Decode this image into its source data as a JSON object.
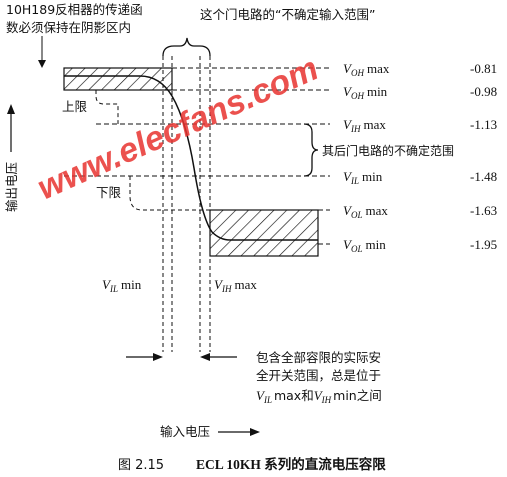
{
  "annotations": {
    "top_left": [
      "10H189反相器的传递函",
      "数必须保持在阴影区内"
    ],
    "top_center": "这个门电路的“不确定输入范围”",
    "upper_limit": "上限",
    "lower_limit": "下限",
    "y_axis": "输出电压",
    "x_axis": "输入电压",
    "subsequent_gate": "其后门电路的不确定范围",
    "bottom_note": [
      "包含全部容限的实际安",
      "全开关范围，总是位于",
      "max和",
      "min之间"
    ]
  },
  "levels": [
    {
      "sym": "V",
      "sub": "OH",
      "qual": "max",
      "value": "-0.81"
    },
    {
      "sym": "V",
      "sub": "OH",
      "qual": "min",
      "value": "-0.98"
    },
    {
      "sym": "V",
      "sub": "IH",
      "qual": "max",
      "value": "-1.13"
    },
    {
      "sym": "V",
      "sub": "IL",
      "qual": "min",
      "value": "-1.48"
    },
    {
      "sym": "V",
      "sub": "OL",
      "qual": "max",
      "value": "-1.63"
    },
    {
      "sym": "V",
      "sub": "OL",
      "qual": "min",
      "value": "-1.95"
    }
  ],
  "axis_marks": {
    "vil_min": {
      "sym": "V",
      "sub": "IL",
      "qual": "min"
    },
    "vih_max": {
      "sym": "V",
      "sub": "IH",
      "qual": "max"
    },
    "note_vil": {
      "sym": "V",
      "sub": "IL"
    },
    "note_vih": {
      "sym": "V",
      "sub": "IH"
    }
  },
  "caption": {
    "figure": "图 2.15",
    "text": "ECL 10KH 系列的直流电压容限"
  },
  "watermark": "www.elecfans.com",
  "colors": {
    "ink": "#111111",
    "watermark": "#e8322f"
  }
}
